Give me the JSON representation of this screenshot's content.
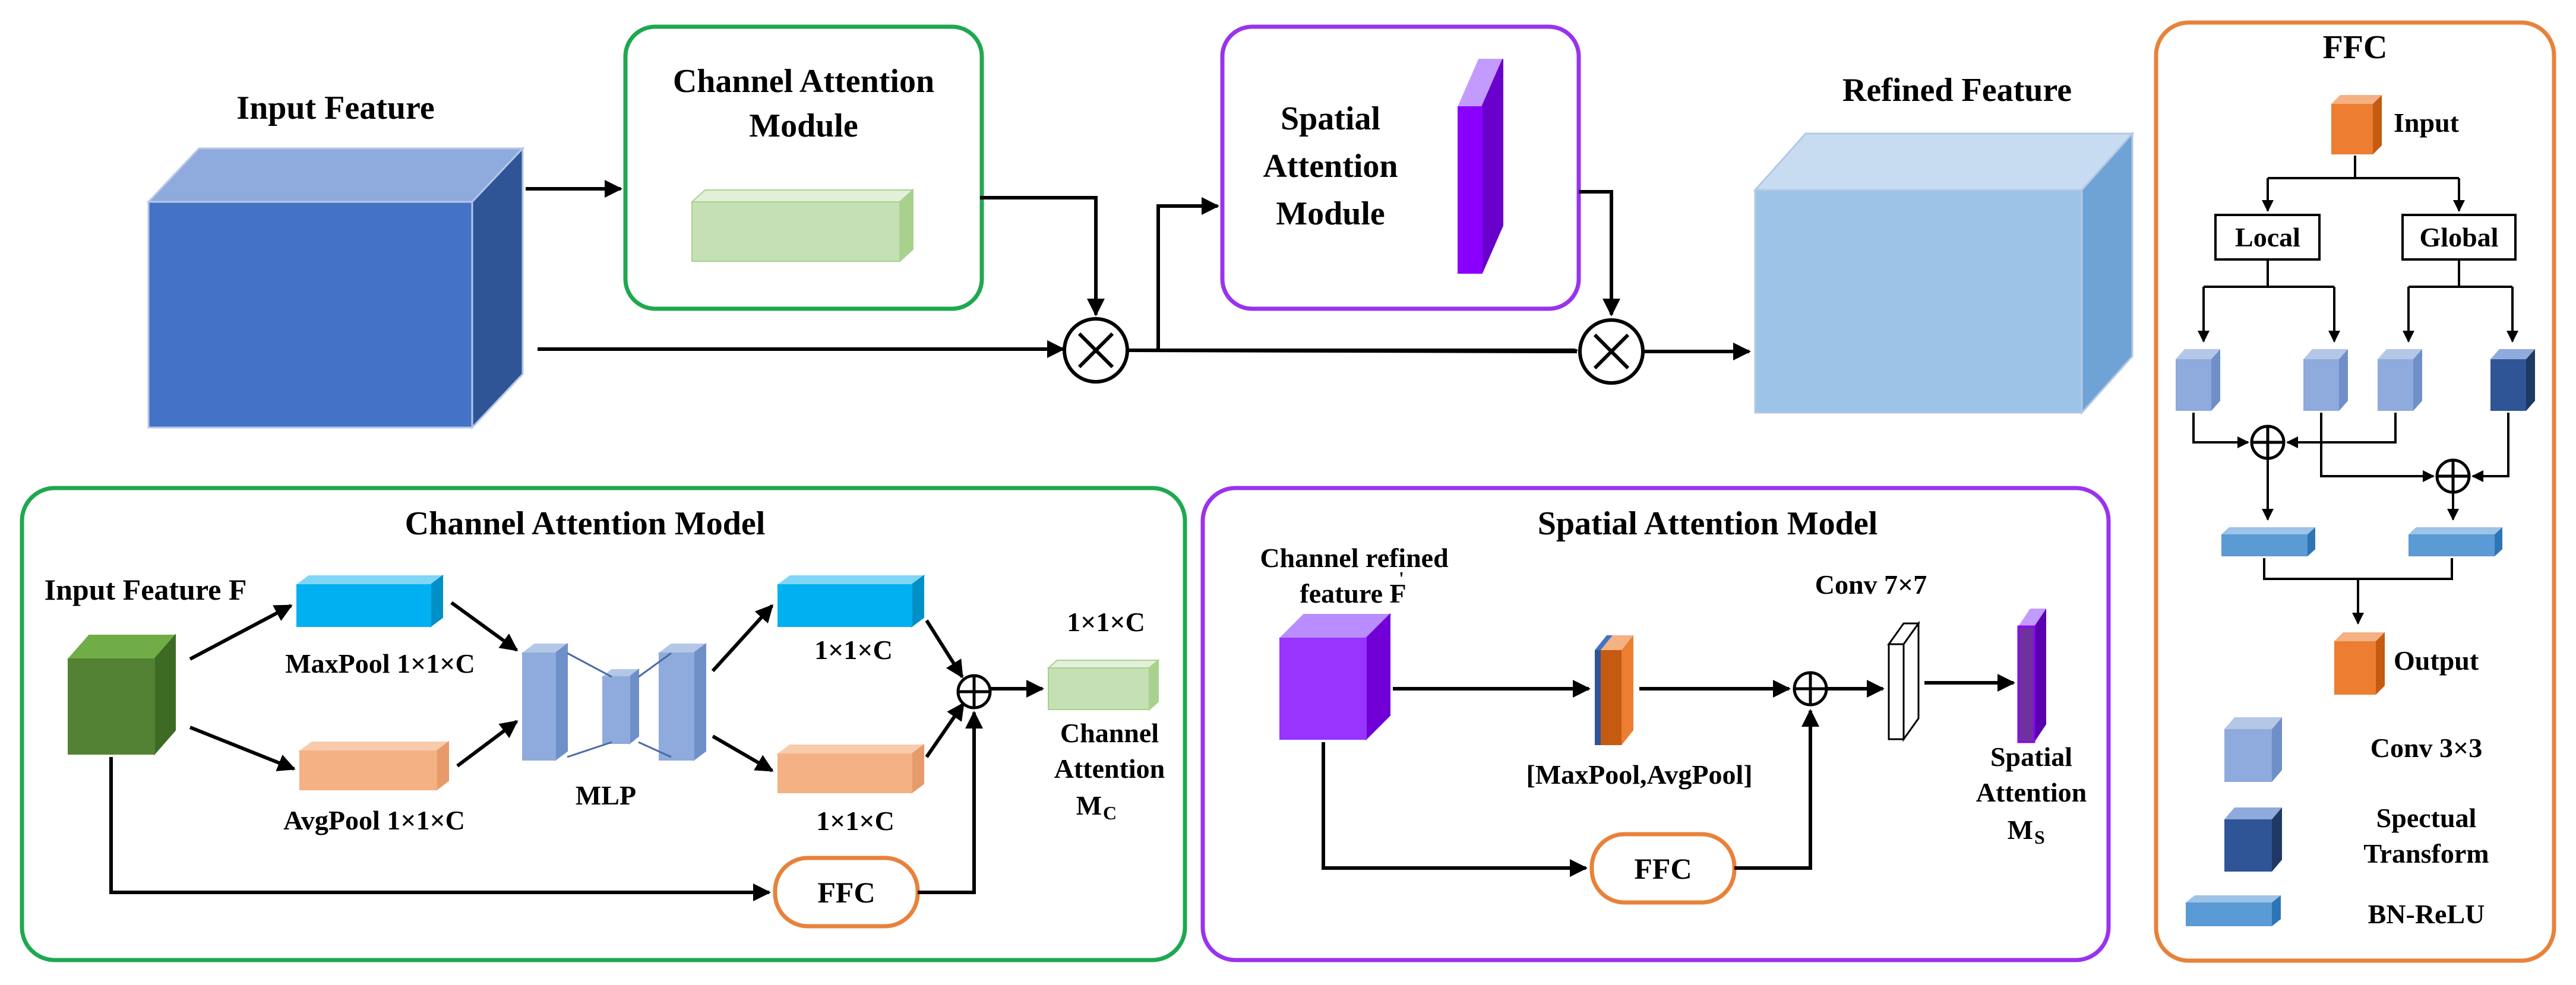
{
  "top": {
    "input_feature": "Input Feature",
    "cam_line1": "Channel Attention",
    "cam_line2": "Module",
    "sam_line1": "Spatial",
    "sam_line2": "Attention",
    "sam_line3": "Module",
    "refined_feature": "Refined Feature"
  },
  "channel_model": {
    "title": "Channel Attention Model",
    "input": "Input Feature F",
    "maxpool": "MaxPool 1×1×C",
    "avgpool": "AvgPool 1×1×C",
    "mlp": "MLP",
    "out_top": "1×1×C",
    "out_bottom": "1×1×C",
    "result_dim": "1×1×C",
    "result_line1": "Channel",
    "result_line2": "Attention",
    "result_symbol": "M",
    "result_sub": "C",
    "ffc": "FFC"
  },
  "spatial_model": {
    "title": "Spatial Attention Model",
    "input_line1": "Channel refined",
    "input_line2": "feature F",
    "input_prime": "'",
    "pool": "[MaxPool,AvgPool]",
    "conv": "Conv  7×7",
    "result_line1": "Spatial",
    "result_line2": "Attention",
    "result_symbol": "M",
    "result_sub": "S",
    "ffc": "FFC"
  },
  "ffc_panel": {
    "title": "FFC",
    "input": "Input",
    "local": "Local",
    "global": "Global",
    "output": "Output",
    "legend": [
      {
        "label": "Conv 3×3"
      },
      {
        "label_line1": "Spectual",
        "label_line2": "Transform"
      },
      {
        "label": "BN-ReLU"
      }
    ]
  },
  "colors": {
    "green_border": "#1fa84f",
    "purple_border": "#9933ee",
    "orange_border": "#e8823a",
    "input_cube": "#4472c4",
    "refined_cube": "#9dc3e6",
    "channel_bar": "#c5e0b4",
    "spatial_bar": "#8a00ff",
    "maxpool_bar": "#00b0f0",
    "avgpool_bar": "#f4b183",
    "green_cube": "#548235",
    "purple_cube": "#9933ff",
    "conv_cube": "#8faadc",
    "spectral_cube": "#2f5597",
    "bn_bar": "#5b9bd5",
    "ffc_orange": "#ed7d31"
  }
}
